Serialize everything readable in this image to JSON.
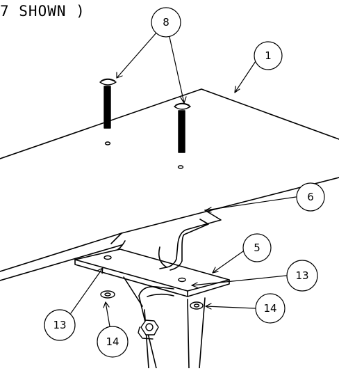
{
  "header": {
    "note": "7 SHOWN )"
  },
  "callouts": {
    "c8": "8",
    "c1": "1",
    "c6": "6",
    "c5": "5",
    "c13_right": "13",
    "c13_left": "13",
    "c14_right": "14",
    "c14_left": "14"
  },
  "colors": {
    "line": "#000000",
    "background": "#ffffff"
  }
}
